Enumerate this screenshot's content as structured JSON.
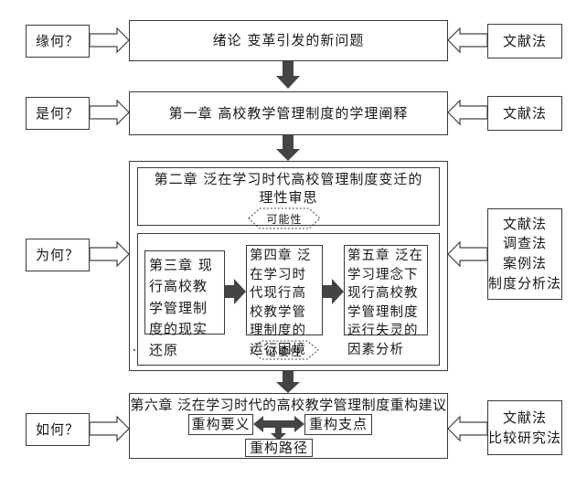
{
  "questions": {
    "why_origin": "缘何？",
    "what": "是何？",
    "why": "为何？",
    "how": "如何？"
  },
  "stages": {
    "intro": "绪论  变革引发的新问题",
    "ch1": "第一章  高校教学管理制度的学理阐释",
    "ch2_line1": "第二章  泛在学习时代高校管理制度变迁的",
    "ch2_line2": "理性审思",
    "possibility": "可能性",
    "ch3": "第三章  现行高校教学管理制度的现实还原",
    "ch4": "第四章  泛在学习时代现行高校教学管理制度的运行困境",
    "ch5": "第五章  泛在学习理念下现行高校教学管理制度运行失灵的因素分析",
    "necessity": "必要性",
    "ch6": "第六章  泛在学习时代的高校教学管理制度重构建议",
    "rebuild_essentials": "重构要义",
    "rebuild_pillars": "重构支点",
    "rebuild_path": "重构路径"
  },
  "methods": {
    "m1": "文献法",
    "m2": "文献法",
    "m3_lines": [
      "文献法",
      "调查法",
      "案例法",
      "制度分析法"
    ],
    "m4_lines": [
      "文献法",
      "比较研究法"
    ]
  }
}
